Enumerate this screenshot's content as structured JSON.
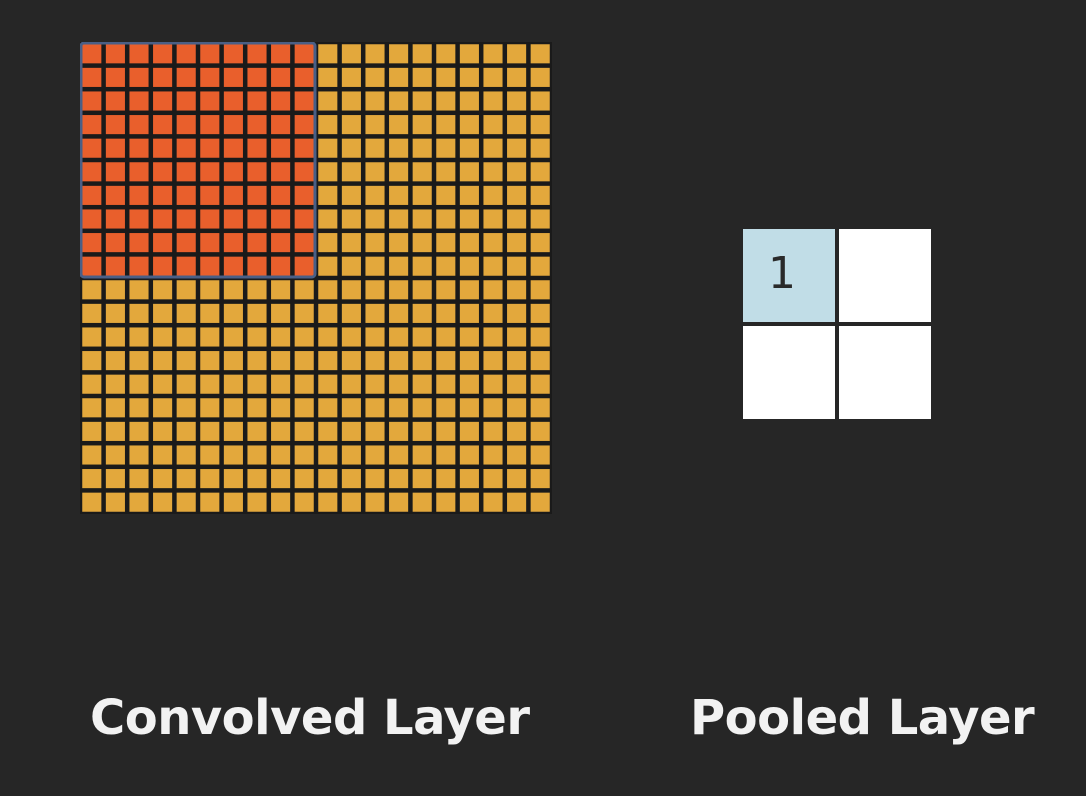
{
  "convolved_layer": {
    "label": "Convolved Layer",
    "rows": 20,
    "cols": 20,
    "window": {
      "rows": 10,
      "cols": 10
    },
    "cell_color": "#e3a83c",
    "window_color": "#e95f2c",
    "border_color": "#1a1a1a",
    "window_border_color": "#4a5f86"
  },
  "pooled_layer": {
    "label": "Pooled Layer",
    "rows": 2,
    "cols": 2,
    "cells": [
      "1",
      "",
      "",
      ""
    ],
    "active_index": 0,
    "active_color": "#c1dde7",
    "cell_color": "#ffffff"
  }
}
